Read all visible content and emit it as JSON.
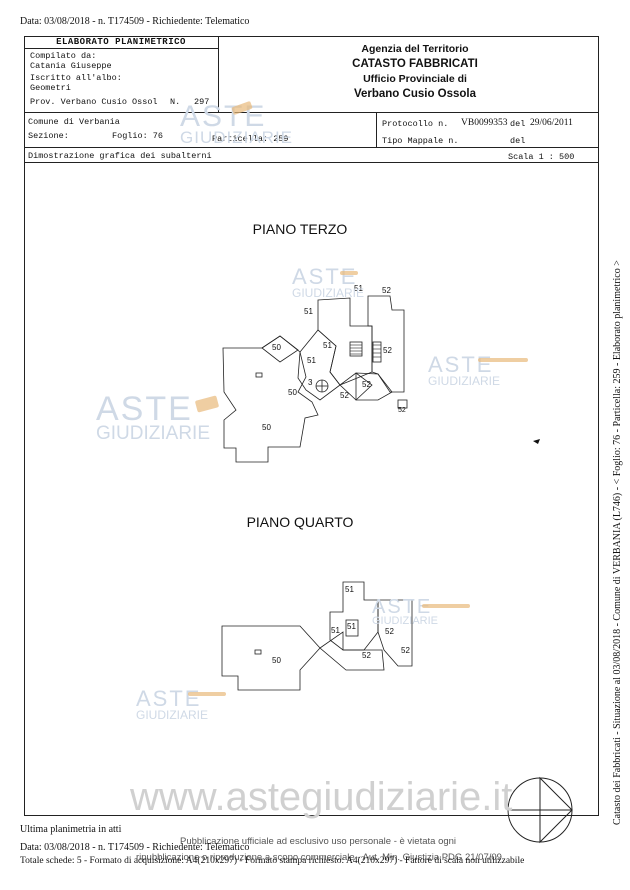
{
  "top_header": "Data: 03/08/2018 - n. T174509 - Richiedente: Telematico",
  "left_box": {
    "title": "ELABORATO PLANIMETRICO",
    "compilato_label": "Compilato da:",
    "compilato_value": "Catania Giuseppe",
    "iscritto_label": "Iscritto all'albo:",
    "iscritto_value": "Geometri",
    "prov_label": "Prov. Verbano Cusio Ossol",
    "n_label": "N.",
    "n_value": "297"
  },
  "agency": {
    "line1": "Agenzia del Territorio",
    "line2": "CATASTO FABBRICATI",
    "line3": "Ufficio Provinciale di",
    "line4": "Verbano Cusio Ossola"
  },
  "info": {
    "comune": "Comune di Verbania",
    "sezione": "Sezione:",
    "foglio": "Foglio: 76",
    "particella": "Particella: 259",
    "protocollo_label": "Protocollo n.",
    "protocollo_value": "VB0099353",
    "del_label": "del",
    "del_value": "29/06/2011",
    "tipo_mappale": "Tipo Mappale n.",
    "del2_label": "del",
    "dimostrazione": "Dimostrazione grafica dei subalterni",
    "scala": "Scala 1 : 500"
  },
  "plans": {
    "terzo_title": "PIANO TERZO",
    "quarto_title": "PIANO QUARTO",
    "labels": {
      "l51": "51",
      "l52": "52",
      "l50": "50",
      "l3": "3"
    }
  },
  "watermarks": {
    "aste": "ASTE",
    "giudiziarie": "GIUDIZIARIE",
    "website": "www.astegiudiziarie.it"
  },
  "side_text": "Catasto dei Fabbricati - Situazione al 03/08/2018 - Comune di VERBANIA (L746) - < Foglio: 76 - Particella: 259 - Elaborato planimetrico >",
  "bottom": {
    "ultima": "Ultima planimetria in atti",
    "notice1": "Pubblicazione ufficiale ad esclusivo uso personale - è vietata ogni",
    "data_line": "Data: 03/08/2018 - n. T174509 - Richiedente: Telematico",
    "totale": "Totale schede: 5 - Formato di acquisizione: A4(210x297) - Formato stampa richiesto: A4(210x297) - Fattore di scala non utilizzabile",
    "notice2": "ripubblicazione o riproduzione a scopo commerciale - Aut. Min. Giustizia PDG 21/07/09"
  },
  "colors": {
    "watermark": "#cfd9e6",
    "gavel": "#e9b97a",
    "website": "#d0d0d0"
  }
}
